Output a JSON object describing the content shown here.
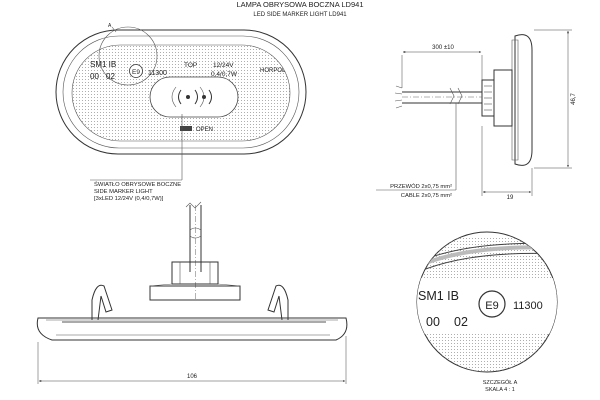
{
  "title": {
    "pl": "LAMPA OBRYSOWA BOCZNA LD941",
    "en": "LED SIDE MARKER LIGHT LD941"
  },
  "front_view": {
    "marker_a": "A",
    "code_sm1": "SM1 IB",
    "code_00": "00",
    "code_02": "02",
    "e_mark": "E9",
    "approval": "11300",
    "top": "TOP",
    "voltage": "12/24V",
    "power": "0,4/0,7W",
    "horpol": "HORPOL",
    "open": "OPEN"
  },
  "callout_light": {
    "line1": "ŚWIATŁO OBRYSOWE BOCZNE",
    "line2": "SIDE MARKER LIGHT",
    "line3": "[3xLED 12/24V (0,4/0,7W)]"
  },
  "side_view": {
    "dim_cable": "300 ±10",
    "dim_height": "46,7",
    "dim_depth": "19"
  },
  "callout_cable": {
    "line1": "PRZEWÓD 2x0,75 mm²",
    "line2": "CABLE 2x0,75 mm²"
  },
  "bottom_view": {
    "dim_width": "106"
  },
  "detail_a": {
    "sm1": "SM1 IB",
    "code_00": "00",
    "code_02": "02",
    "e_mark": "E9",
    "approval": "11300",
    "caption1": "SZCZEGÓŁ A",
    "caption2": "SKALA 4 : 1"
  }
}
